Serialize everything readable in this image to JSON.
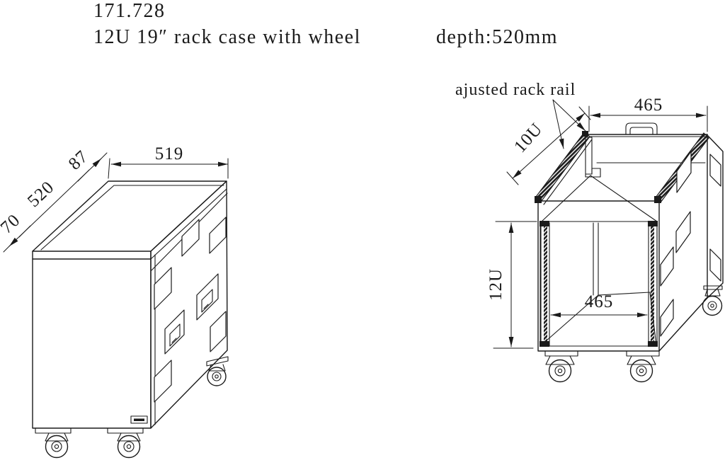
{
  "page": {
    "background": "#ffffff",
    "line_color": "#1a1a1a"
  },
  "title_block": {
    "model_number": "171.728",
    "description": "12U 19″ rack case with wheel",
    "depth_spec": "depth:520mm"
  },
  "left_view": {
    "view_name": "closed-case-isometric",
    "dimensions": {
      "top_width": "519",
      "case_depth": "520",
      "front_lid_offset": "70",
      "rear_lid_offset": "87"
    }
  },
  "right_view": {
    "view_name": "open-case-with-rails",
    "annotation": "ajusted rack rail",
    "dimensions": {
      "top_opening_width": "465",
      "rack_opening_width": "465",
      "front_rack_height": "12U",
      "top_rack_depth": "10U"
    }
  }
}
